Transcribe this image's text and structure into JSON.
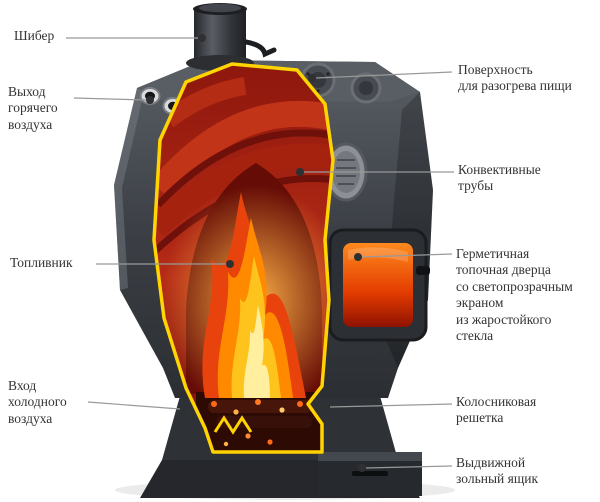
{
  "diagram": {
    "subject": "wood-stove-cutaway",
    "labels": {
      "shiber": "Шибер",
      "hot_air_outlet": "Выход\nгорячего\nвоздуха",
      "firebox": "Топливник",
      "cold_air_inlet": "Вход\nхолодного\nвоздуха",
      "cooking_surface": "Поверхность\nдля разогрева пищи",
      "convective_pipes": "Конвективные\nтрубы",
      "sealed_door": "Герметичная\nтопочная дверца\nсо светопрозрачным\nэкраном\nиз жаростойкого\nстекла",
      "grate": "Колосниковая\nрешетка",
      "ash_box": "Выдвижной\nзольный ящик"
    },
    "colors": {
      "body": "#3d4147",
      "cutaway_outline": "#ffd400",
      "interior": "#a32014",
      "flame": "#ff8a00",
      "label_text": "#333333",
      "connector_line": "#999999",
      "dot": "#2f3032"
    }
  }
}
